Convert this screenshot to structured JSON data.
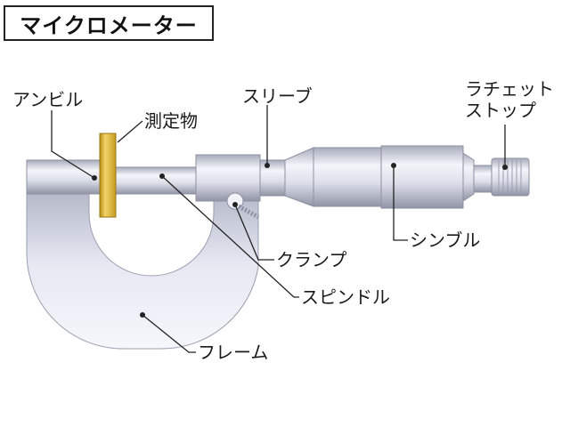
{
  "title": "マイクロメーター",
  "labels": {
    "anvil": "アンビル",
    "object": "測定物",
    "sleeve": "スリーブ",
    "ratchet_line1": "ラチェット",
    "ratchet_line2": "ストップ",
    "thimble": "シンブル",
    "clamp": "クランプ",
    "spindle": "スピンドル",
    "frame": "フレーム"
  },
  "colors": {
    "metal_light": "#eceef6",
    "metal_mid": "#c4c8d6",
    "metal_dark": "#8c90a2",
    "gold": "#d4ac2a",
    "line": "#222222"
  }
}
